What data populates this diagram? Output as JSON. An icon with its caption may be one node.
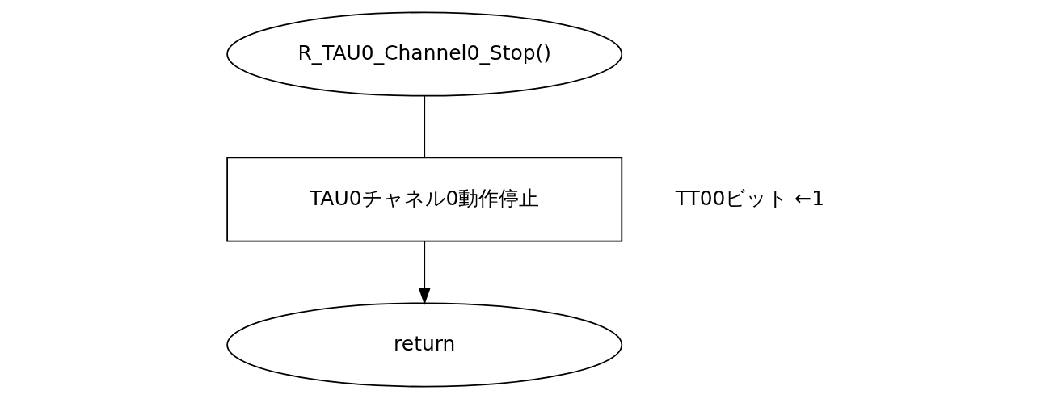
{
  "diagram": {
    "nodes": [
      {
        "text": [
          "R_TAU0_Channel0_Stop()"
        ]
      },
      {
        "text": [
          "TAU0チャネル0動作停止"
        ],
        "beside": [
          "TT00ビット ←1"
        ]
      },
      {
        "text": [
          "return"
        ]
      }
    ],
    "edges": [
      {
        "from": 0,
        "to": 1,
        "arrow": "none"
      },
      {
        "from": 1,
        "to": 2,
        "arrow": "to"
      }
    ]
  }
}
